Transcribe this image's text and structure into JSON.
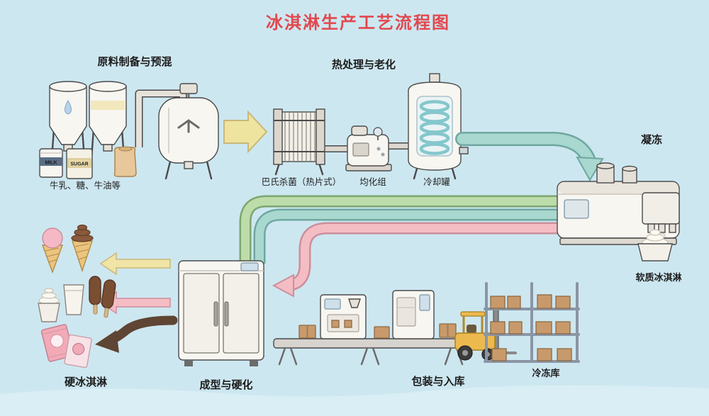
{
  "title": "冰淇淋生产工艺流程图",
  "sections": {
    "premix": "原料制备与预混",
    "heat_aging": "热处理与老化",
    "freezing": "凝冻",
    "soft_ice_cream": "软质冰淇淋",
    "hard_ice_cream": "硬冰淇淋",
    "forming_hardening": "成型与硬化",
    "packaging_warehousing": "包装与入库",
    "cold_storage": "冷冻库"
  },
  "equipment": {
    "ingredients": "牛乳、糖、牛油等",
    "pasteurizer": "巴氏杀菌（热片式）",
    "homogenizer": "均化组",
    "cooling_tank": "冷却罐"
  },
  "bags": {
    "milk": "MILK",
    "sugar": "SUGAR"
  },
  "colors": {
    "background": "#cde7f0",
    "title_red": "#e2484e",
    "label_text": "#1c1c1c",
    "arrow_yellow": "#efe3a0",
    "pipe_teal": "#a8d8cf",
    "pipe_green": "#bcdcaa",
    "pipe_pink": "#f4bdc4",
    "arrow_brown": "#5f4533",
    "forklift_yellow": "#ecb94f",
    "carton_brown": "#c89a6b"
  },
  "icons": [
    "milk-silo-icon",
    "sugar-silo-icon",
    "ingredient-bags-icon",
    "mixing-tank-icon",
    "plate-pasteurizer-icon",
    "homogenizer-icon",
    "cooling-tank-icon",
    "soft-serve-machine-icon",
    "soft-serve-bowl-icon",
    "hardening-cabinet-icon",
    "ice-cream-cone-icon",
    "popsicle-icon",
    "ice-cream-cup-icon",
    "wrapped-bar-icon",
    "conveyor-icon",
    "packaging-machine-icon",
    "forklift-icon",
    "storage-rack-icon"
  ]
}
